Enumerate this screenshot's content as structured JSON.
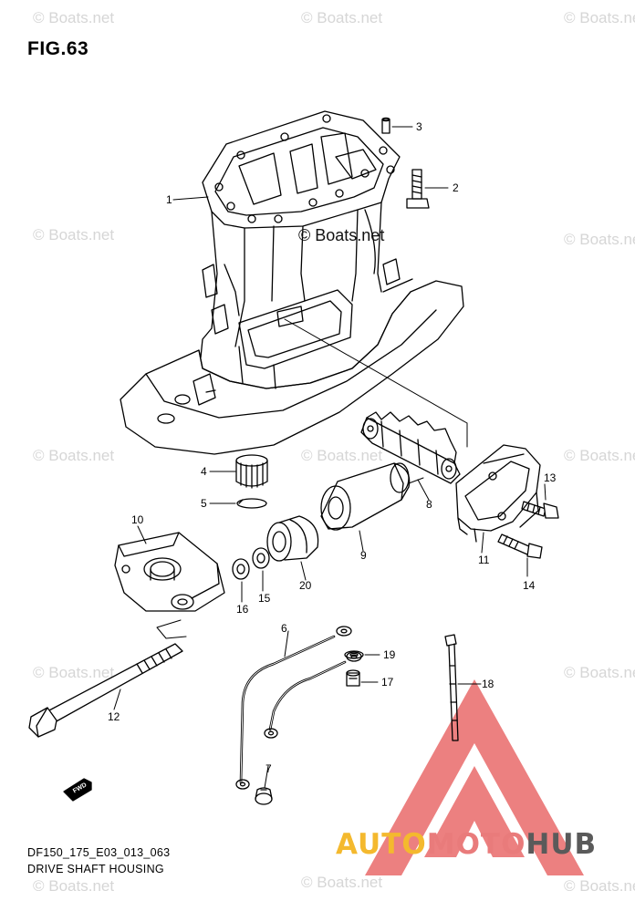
{
  "figure": {
    "title": "FIG.63",
    "code": "DF150_175_E03_013_063",
    "name": "DRIVE SHAFT HOUSING"
  },
  "watermark": {
    "text": "© Boats.net",
    "color": "#d6d6d6"
  },
  "brand": {
    "part1": "AUTO",
    "part2": "MOTO",
    "part3": "HUB",
    "colors": {
      "auto": "#f4b92e",
      "moto": "#e97b7b",
      "hub": "#5a5a5a",
      "triangle": "#e96a6a"
    }
  },
  "fwd_label": "FWD",
  "callouts": [
    "1",
    "2",
    "3",
    "4",
    "5",
    "6",
    "7",
    "8",
    "9",
    "10",
    "11",
    "12",
    "13",
    "14",
    "15",
    "16",
    "17",
    "18",
    "19",
    "20"
  ]
}
